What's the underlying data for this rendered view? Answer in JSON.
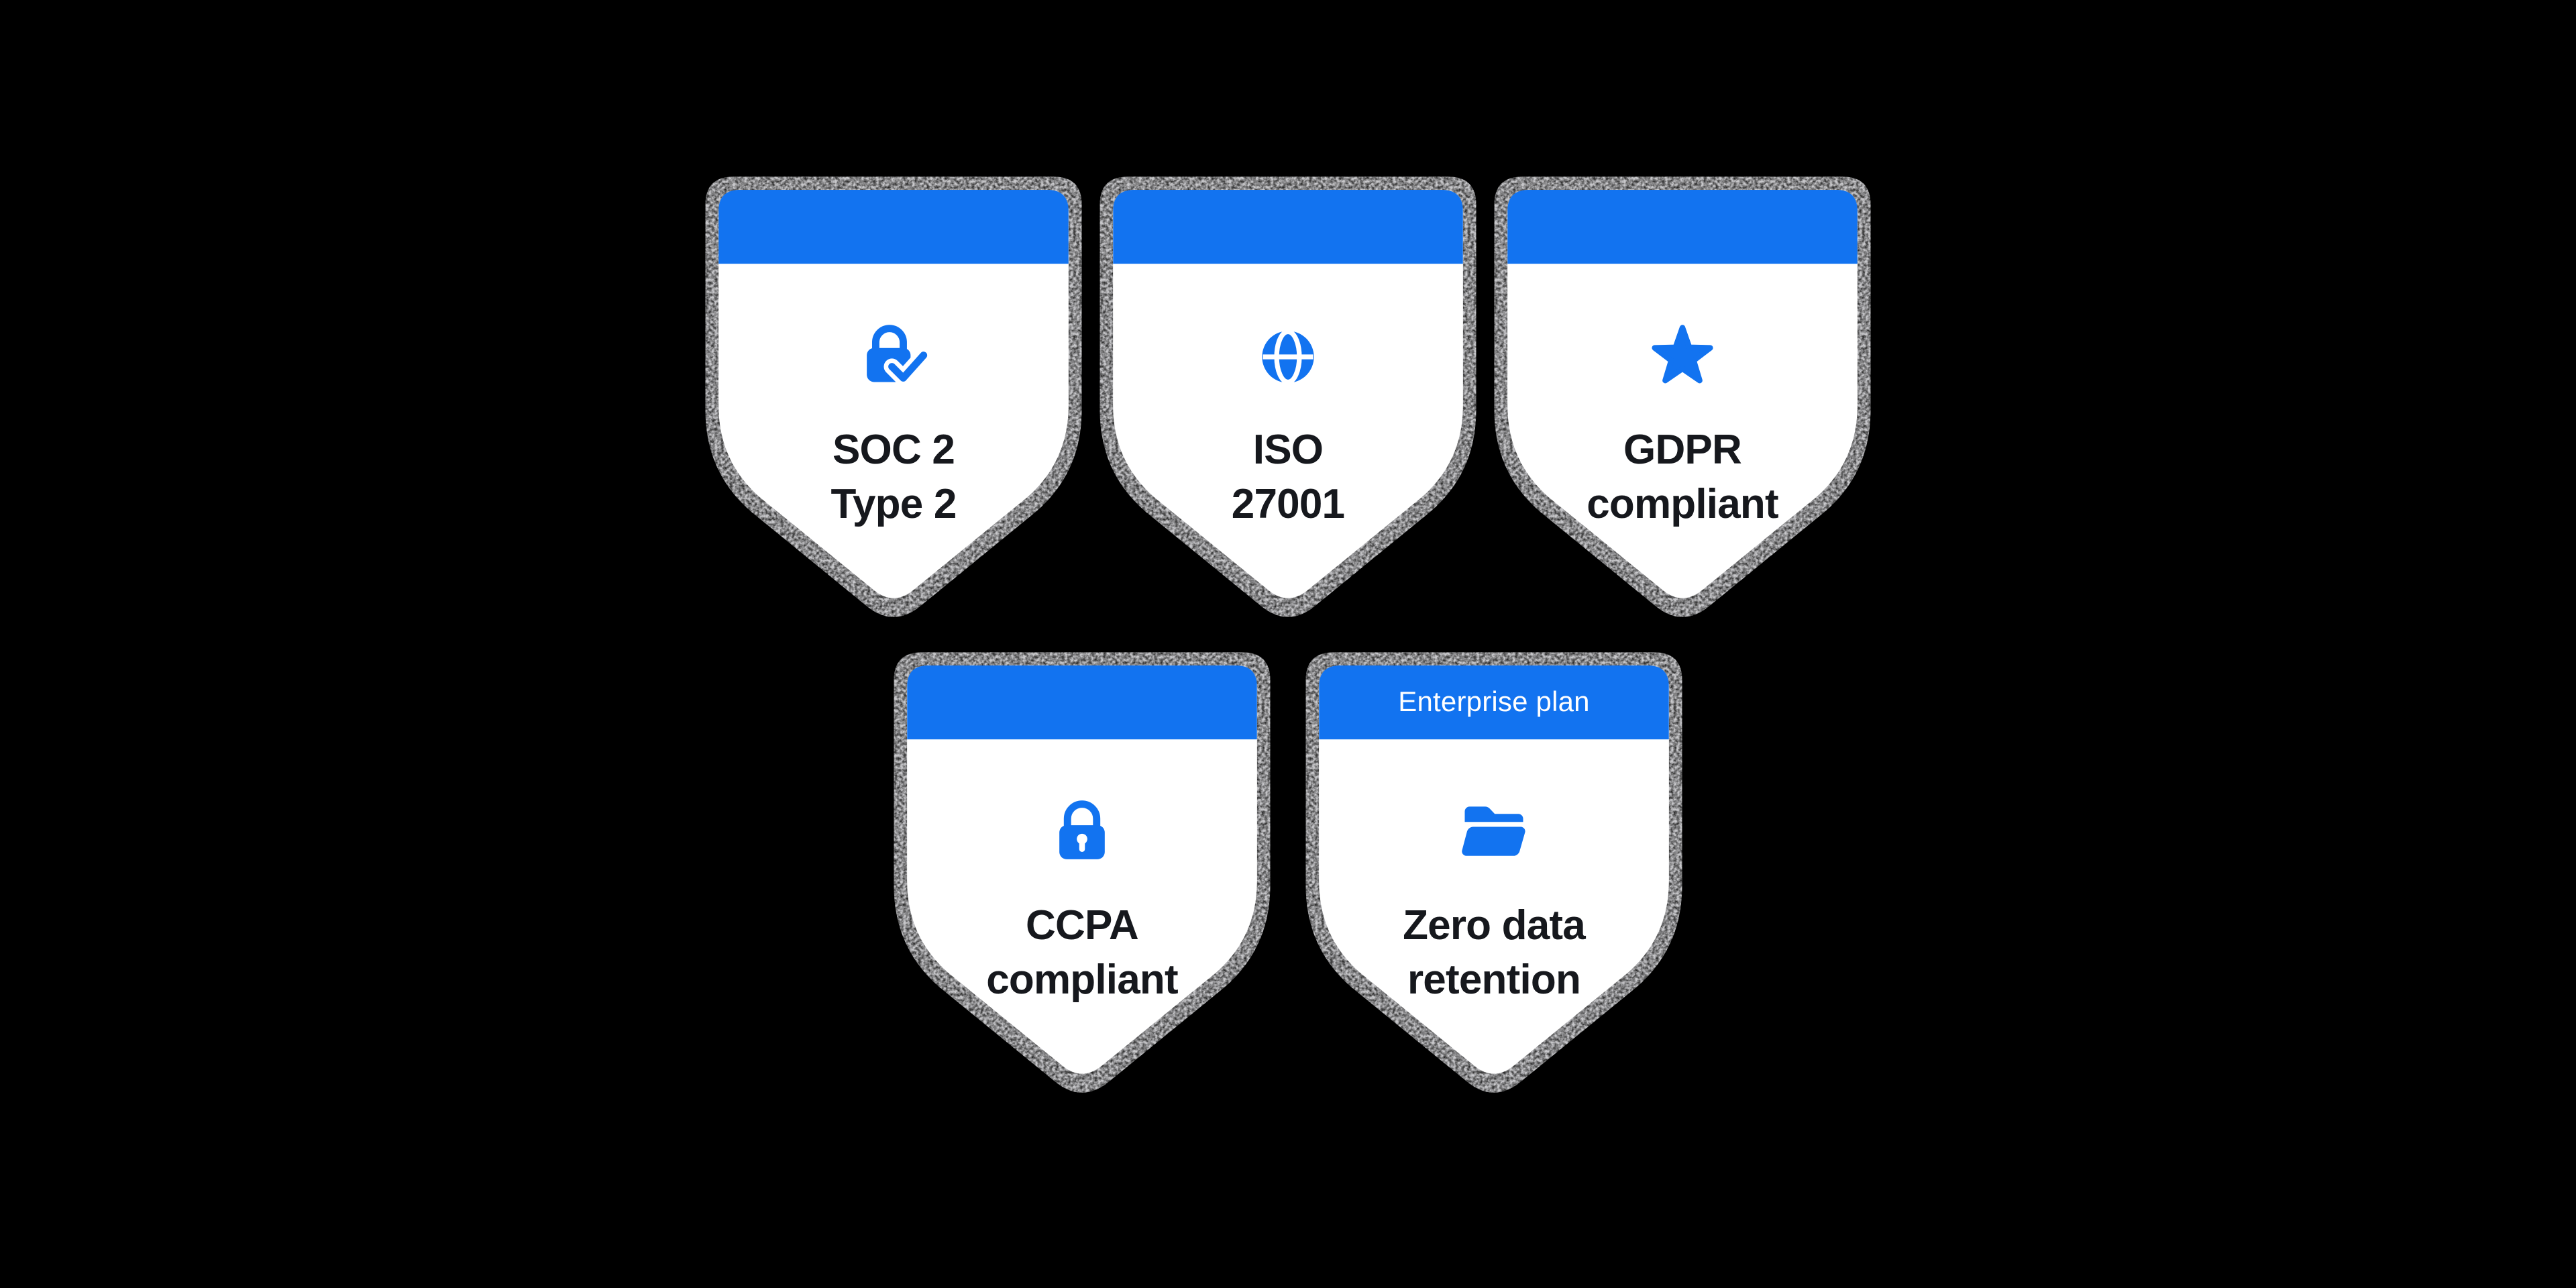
{
  "colors": {
    "page_bg": "#000000",
    "accent_blue": "#1273f0",
    "shield_body": "#ffffff",
    "text_dark": "#16181d",
    "grain_gray": "#909090",
    "header_text": "#ffffff"
  },
  "badges": [
    {
      "id": "soc2-type2",
      "header_label": "",
      "icon": "lock-check-icon",
      "title_line1": "SOC 2",
      "title_line2": "Type 2"
    },
    {
      "id": "iso-27001",
      "header_label": "",
      "icon": "globe-icon",
      "title_line1": "ISO",
      "title_line2": "27001"
    },
    {
      "id": "gdpr",
      "header_label": "",
      "icon": "star-icon",
      "title_line1": "GDPR",
      "title_line2": "compliant"
    },
    {
      "id": "ccpa",
      "header_label": "",
      "icon": "lock-icon",
      "title_line1": "CCPA",
      "title_line2": "compliant"
    },
    {
      "id": "zero-data-retention",
      "header_label": "Enterprise plan",
      "icon": "folder-open-icon",
      "title_line1": "Zero data",
      "title_line2": "retention"
    }
  ]
}
